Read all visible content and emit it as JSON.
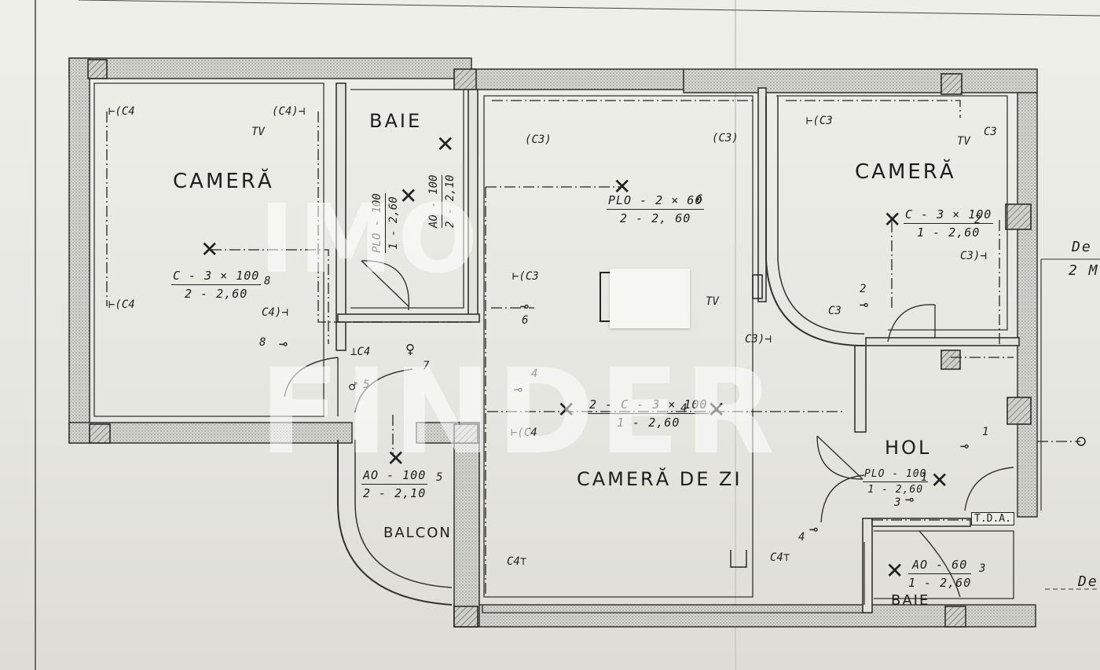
{
  "plan": {
    "rooms": {
      "camera_left": "CAMERĂ",
      "baie_top": "BAIE",
      "camera_right": "CAMERĂ",
      "hol": "HOL",
      "camera_de_zi": "CAMERĂ DE ZI",
      "balcon": "BALCON",
      "baie_bottom": "BAIE"
    },
    "fixtures": {
      "left_room": {
        "top": "C - 3 × 100",
        "bottom": "2 - 2,60",
        "circuit": "8"
      },
      "baie_plo": {
        "top": "PLO - 100",
        "bottom": "1 - 2,60",
        "circuit": "7"
      },
      "baie_ao": {
        "top": "AO - 100",
        "bottom": "2 - 2,10",
        "circuit": "7"
      },
      "living_plo": {
        "top": "PLO - 2 × 60",
        "bottom": "2 - 2, 60",
        "circuit": "6"
      },
      "right_room": {
        "top": "C - 3 × 100",
        "bottom": "1 - 2,60",
        "circuit": "2"
      },
      "living_center": {
        "top": "2 - C - 3 × 100",
        "bottom": "1 - 2,60",
        "circuit": "4"
      },
      "balcon_ao": {
        "top": "AO - 100",
        "bottom": "2 - 2,10",
        "circuit": "5"
      },
      "hol_plo": {
        "top": "PLO - 100",
        "bottom": "1 - 2,60",
        "circuit": "1"
      },
      "baie_bottom_ao": {
        "top": "AO - 60",
        "bottom": "1 - 2,60",
        "circuit": "3"
      }
    },
    "sockets": {
      "c4": "C4",
      "c3": "C3",
      "tv": "TV",
      "tda": "T.D.A."
    },
    "switch_numbers": [
      "8",
      "5",
      "7",
      "6",
      "4",
      "2",
      "1",
      "3",
      "4"
    ],
    "margin_notes": {
      "note_1": "De",
      "note_2": "2 M",
      "note_3": "De"
    }
  },
  "watermark": {
    "line1": "IMO",
    "line2": "FINDER"
  }
}
